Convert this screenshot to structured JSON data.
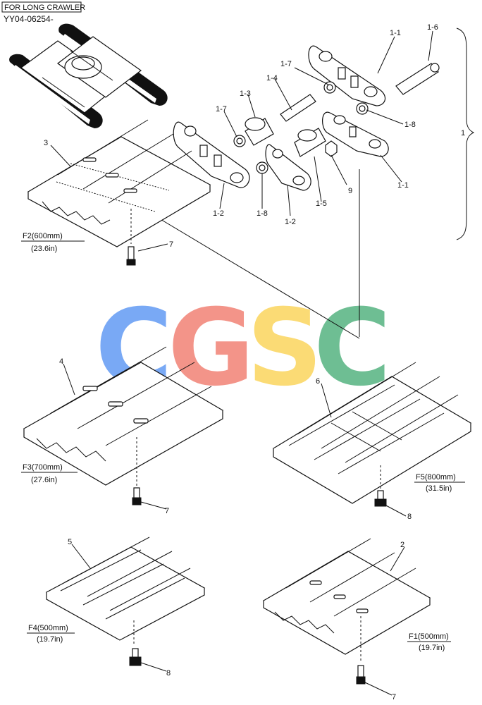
{
  "header": {
    "note": "FOR LONG CRAWLER",
    "code": "YY04-06254-"
  },
  "watermark": {
    "letters": [
      "C",
      "G",
      "S",
      "C"
    ],
    "colors": [
      "#6ea2f5",
      "#f28b80",
      "#fbd86a",
      "#62b98a"
    ]
  },
  "callouts": {
    "p1": "1",
    "p1_1a": "1-1",
    "p1_1b": "1-1",
    "p1_2a": "1-2",
    "p1_2b": "1-2",
    "p1_3": "1-3",
    "p1_4": "1-4",
    "p1_5": "1-5",
    "p1_6": "1-6",
    "p1_7a": "1-7",
    "p1_7b": "1-7",
    "p1_8a": "1-8",
    "p1_8b": "1-8",
    "p2": "2",
    "p3": "3",
    "p4": "4",
    "p5": "5",
    "p6": "6",
    "p7a": "7",
    "p7b": "7",
    "p7c": "7",
    "p8a": "8",
    "p8b": "8",
    "p9": "9"
  },
  "shoes": {
    "f2": {
      "size": "F2(600mm)",
      "inch": "(23.6in)"
    },
    "f3": {
      "size": "F3(700mm)",
      "inch": "(27.6in)"
    },
    "f5": {
      "size": "F5(800mm)",
      "inch": "(31.5in)"
    },
    "f4": {
      "size": "F4(500mm)",
      "inch": "(19.7in)"
    },
    "f1": {
      "size": "F1(500mm)",
      "inch": "(19.7in)"
    }
  }
}
